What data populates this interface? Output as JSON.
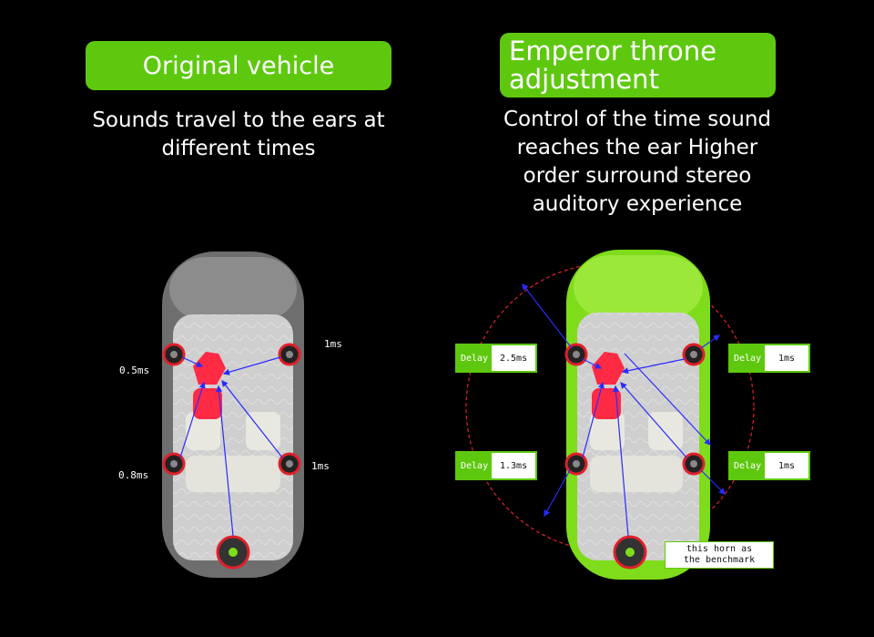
{
  "left_panel": {
    "title": "Original vehicle",
    "caption_line1": "Sounds travel to the ears at",
    "caption_line2": "different times",
    "labels": {
      "front_left": "0.5ms",
      "front_right": "1ms",
      "rear_left": "0.8ms",
      "rear_right": "1ms"
    }
  },
  "right_panel": {
    "title_line1": "Emperor throne",
    "title_line2": "adjustment",
    "caption_line1": "Control of the time sound",
    "caption_line2": "reaches the ear Higher",
    "caption_line3": "order surround stereo",
    "caption_line4": "auditory experience",
    "delays": {
      "label": "Delay",
      "front_left": "2.5ms",
      "front_right": "1ms",
      "rear_left": "1.3ms",
      "rear_right": "1ms"
    },
    "benchmark_line1": "this horn as",
    "benchmark_line2": "the benchmark"
  },
  "colors": {
    "accent_green": "#5ec80f",
    "speaker_ring": "#e0202a",
    "head_red": "#ff2a44",
    "arrow_blue": "#2a2aff",
    "car_gray": "#8a8a8a",
    "car_green": "#7fdc1a"
  }
}
